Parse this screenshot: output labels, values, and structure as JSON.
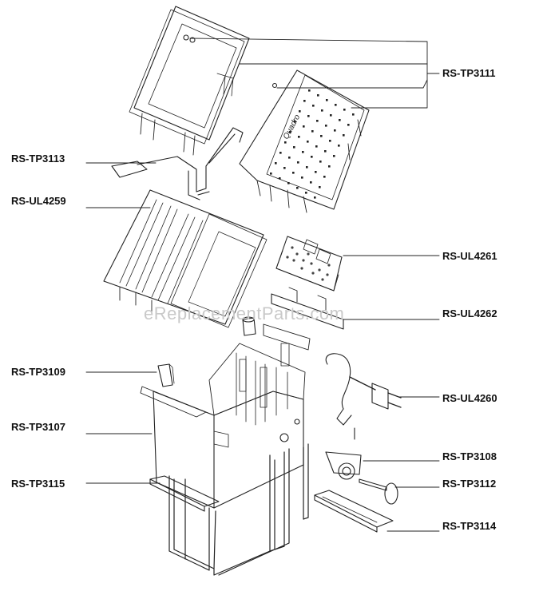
{
  "diagram": {
    "watermark": "eReplacementParts.com",
    "brand_mark": "Quadro",
    "part_labels": {
      "tp3111": "RS-TP3111",
      "tp3113": "RS-TP3113",
      "ul4259": "RS-UL4259",
      "ul4261": "RS-UL4261",
      "ul4262": "RS-UL4262",
      "tp3109": "RS-TP3109",
      "ul4260": "RS-UL4260",
      "tp3107": "RS-TP3107",
      "tp3108": "RS-TP3108",
      "tp3115": "RS-TP3115",
      "tp3112": "RS-TP3112",
      "tp3114": "RS-TP3114"
    }
  }
}
